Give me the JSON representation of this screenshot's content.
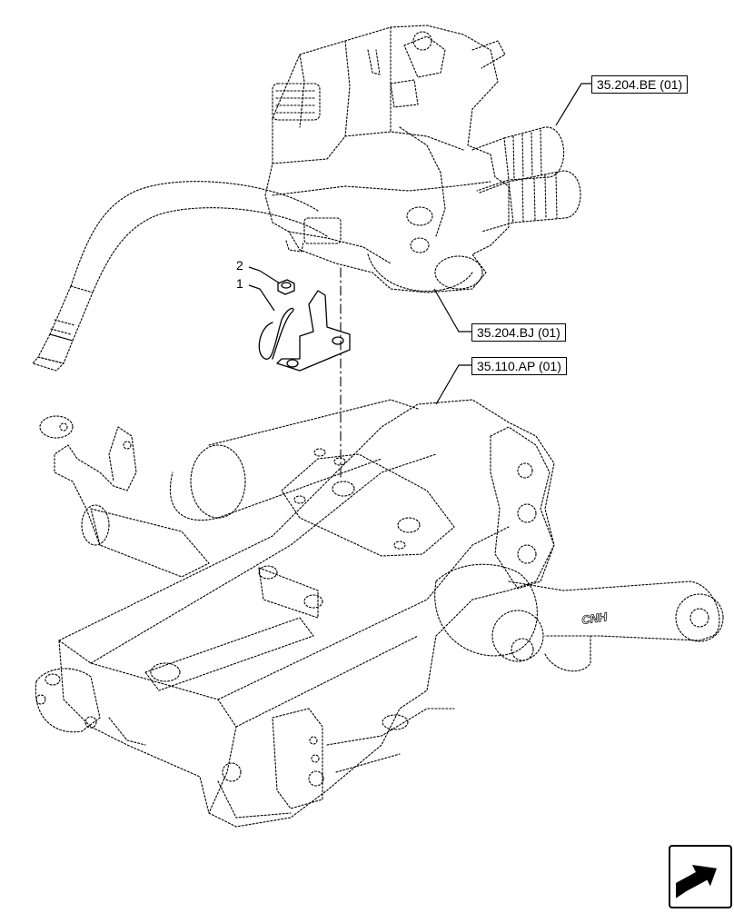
{
  "references": {
    "valve_block": "35.204.BE (01)",
    "hose_bracket": "35.204.BJ (01)",
    "lift_housing": "35.110.AP (01)"
  },
  "callouts": {
    "part_1": "1",
    "part_2": "2"
  },
  "housing_logo": "CNH",
  "icons": {
    "navigation": "next-page-arrow-icon"
  },
  "colors": {
    "line": "#000000",
    "background": "#ffffff"
  }
}
